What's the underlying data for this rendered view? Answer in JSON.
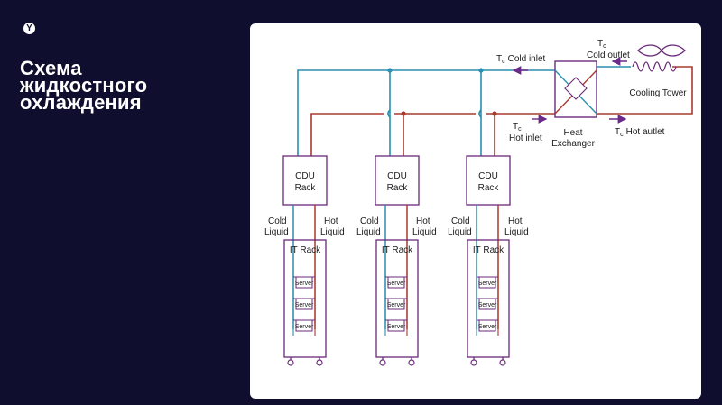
{
  "slide": {
    "logo_glyph": "Y",
    "title_lines": [
      "Схема",
      "жидкостного",
      "охлаждения"
    ]
  },
  "diagram": {
    "cold_inlet_t": "T",
    "cold_inlet_sub": "c",
    "cold_inlet_label": "Cold inlet",
    "cold_outlet_t": "T",
    "cold_outlet_sub": "c",
    "cold_outlet_label": "Cold outlet",
    "cooling_tower_label": "Cooling Tower",
    "hot_inlet_t": "T",
    "hot_inlet_sub": "c",
    "hot_inlet_label": "Hot inlet",
    "heat_exchanger_line1": "Heat",
    "heat_exchanger_line2": "Exchanger",
    "hot_outlet_t": "T",
    "hot_outlet_sub": "c",
    "hot_outlet_label": "Hot autlet",
    "cdu_line1": "CDU",
    "cdu_line2": "Rack",
    "cold_liquid_line1": "Cold",
    "cold_liquid_line2": "Liquid",
    "hot_liquid_line1": "Hot",
    "hot_liquid_line2": "Liquid",
    "it_rack_label": "IT Rack",
    "server_label": "Server",
    "colors": {
      "cold_pipe": "#2a8fb0",
      "hot_pipe": "#a83a2e",
      "box_outline": "#6a2a7a",
      "arrow": "#6a2a8a"
    }
  }
}
